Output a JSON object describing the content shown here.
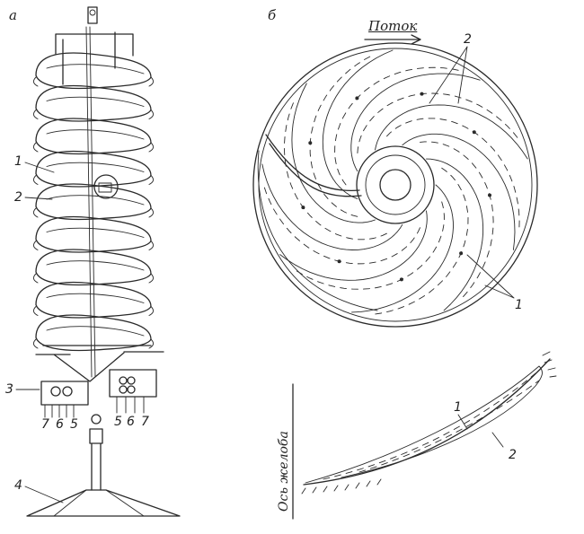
{
  "panels": {
    "a": {
      "letter": "а"
    },
    "b": {
      "letter": "б"
    }
  },
  "callouts_a": {
    "n1": "1",
    "n2": "2",
    "n3": "3",
    "n4": "4",
    "ports_left": [
      "7",
      "6",
      "5"
    ],
    "ports_right": [
      "5",
      "6",
      "7"
    ]
  },
  "callouts_b": {
    "flow": "Поток",
    "n2": "2",
    "n1": "1"
  },
  "callouts_c": {
    "axis": "Ось желоба",
    "n1": "1",
    "n2": "2"
  }
}
